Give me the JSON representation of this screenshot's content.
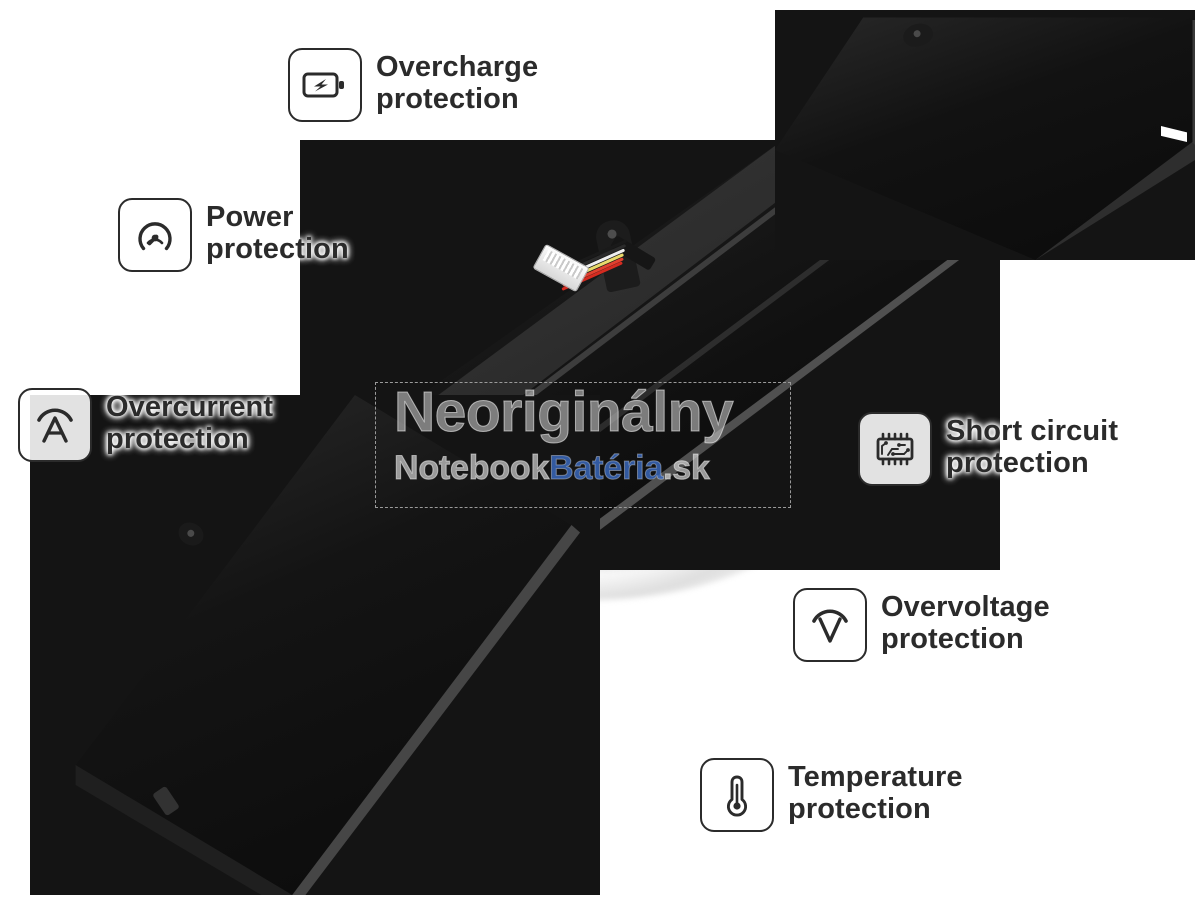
{
  "features": [
    {
      "id": "overcharge",
      "icon": "battery-bolt-icon",
      "label": "Overcharge\nprotection"
    },
    {
      "id": "power",
      "icon": "gauge-icon",
      "label": "Power\nprotection"
    },
    {
      "id": "overcurrent",
      "icon": "ampere-arc-icon",
      "label": "Overcurrent\nprotection"
    },
    {
      "id": "short-circuit",
      "icon": "chip-icon",
      "label": "Short circuit\nprotection"
    },
    {
      "id": "overvoltage",
      "icon": "volt-arc-icon",
      "label": "Overvoltage\nprotection"
    },
    {
      "id": "temperature",
      "icon": "thermometer-icon",
      "label": "Temperature\nprotection"
    }
  ],
  "watermark": {
    "line1": "Neoriginálny",
    "line2_part1": "Notebook",
    "line2_part2": "Batéria",
    "line2_part3": ".sk",
    "grey_color": "#cdcdcd",
    "blue_color": "#3c6ec8"
  },
  "product": {
    "name": "laptop-battery-pack",
    "body_color": "#141414",
    "wire_colors": [
      "#d42b20",
      "#e8d96a",
      "#efefef",
      "#2b2b2b"
    ]
  },
  "background": {
    "color": "#ffffff"
  }
}
